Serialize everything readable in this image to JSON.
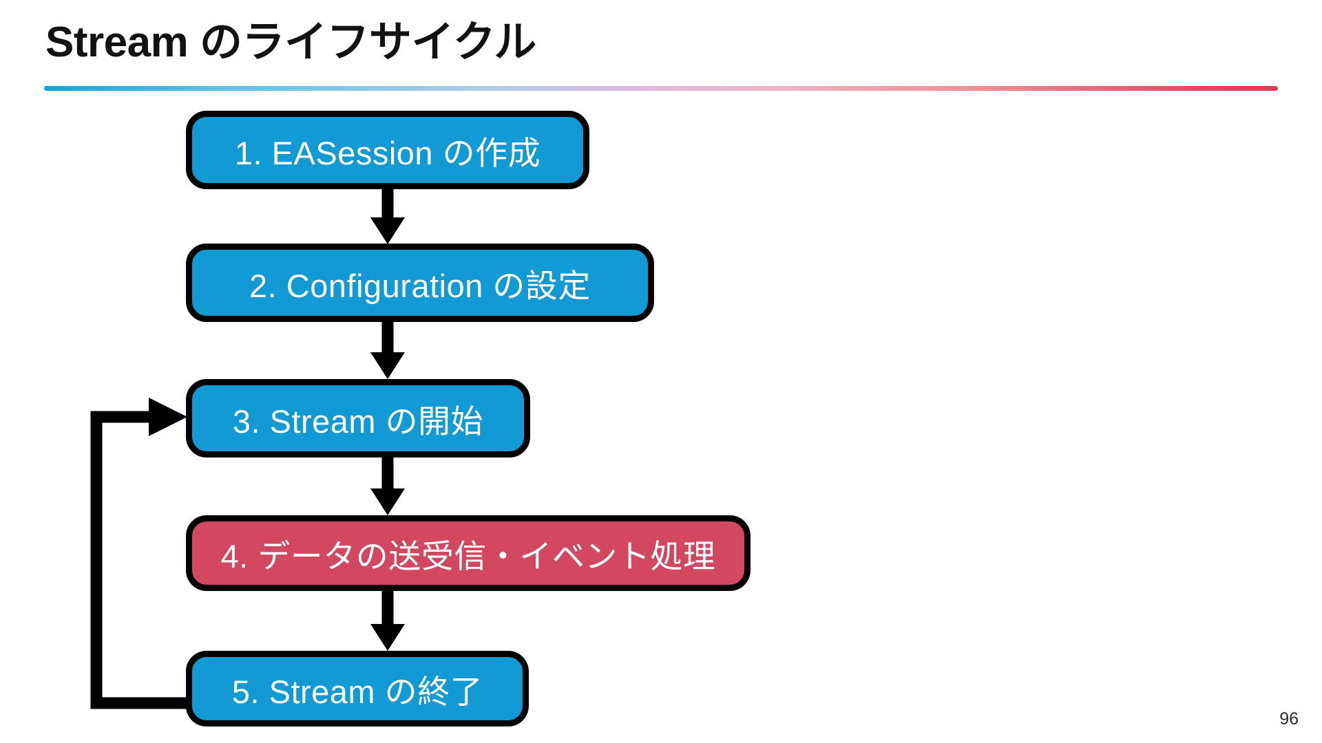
{
  "slide": {
    "title": "Stream のライフサイクル",
    "page_number": "96",
    "background_color": "#ffffff",
    "title_color": "#121212",
    "rule_gradient_from": "#0fa3dd",
    "rule_gradient_mid": "#d8bbdd",
    "rule_gradient_to": "#e13a55"
  },
  "diagram": {
    "type": "flowchart",
    "orientation": "vertical",
    "node_border_color": "#000000",
    "node_text_color": "#ffffff",
    "accent_blue": "#129ad4",
    "accent_red": "#d2495f",
    "connector_color": "#000000",
    "nodes": [
      {
        "id": "1",
        "label": "1. EASession の作成",
        "color": "blue"
      },
      {
        "id": "2",
        "label": "2. Configuration の設定",
        "color": "blue"
      },
      {
        "id": "3",
        "label": "3. Stream の開始",
        "color": "blue"
      },
      {
        "id": "4",
        "label": "4. データの送受信・イベント処理",
        "color": "red"
      },
      {
        "id": "5",
        "label": "5. Stream の終了",
        "color": "blue"
      }
    ],
    "edges": [
      {
        "from": "1",
        "to": "2",
        "style": "arrow-down"
      },
      {
        "from": "2",
        "to": "3",
        "style": "arrow-down"
      },
      {
        "from": "3",
        "to": "4",
        "style": "arrow-down"
      },
      {
        "from": "4",
        "to": "5",
        "style": "arrow-down"
      },
      {
        "from": "5",
        "to": "3",
        "style": "loop-back-left"
      }
    ]
  }
}
